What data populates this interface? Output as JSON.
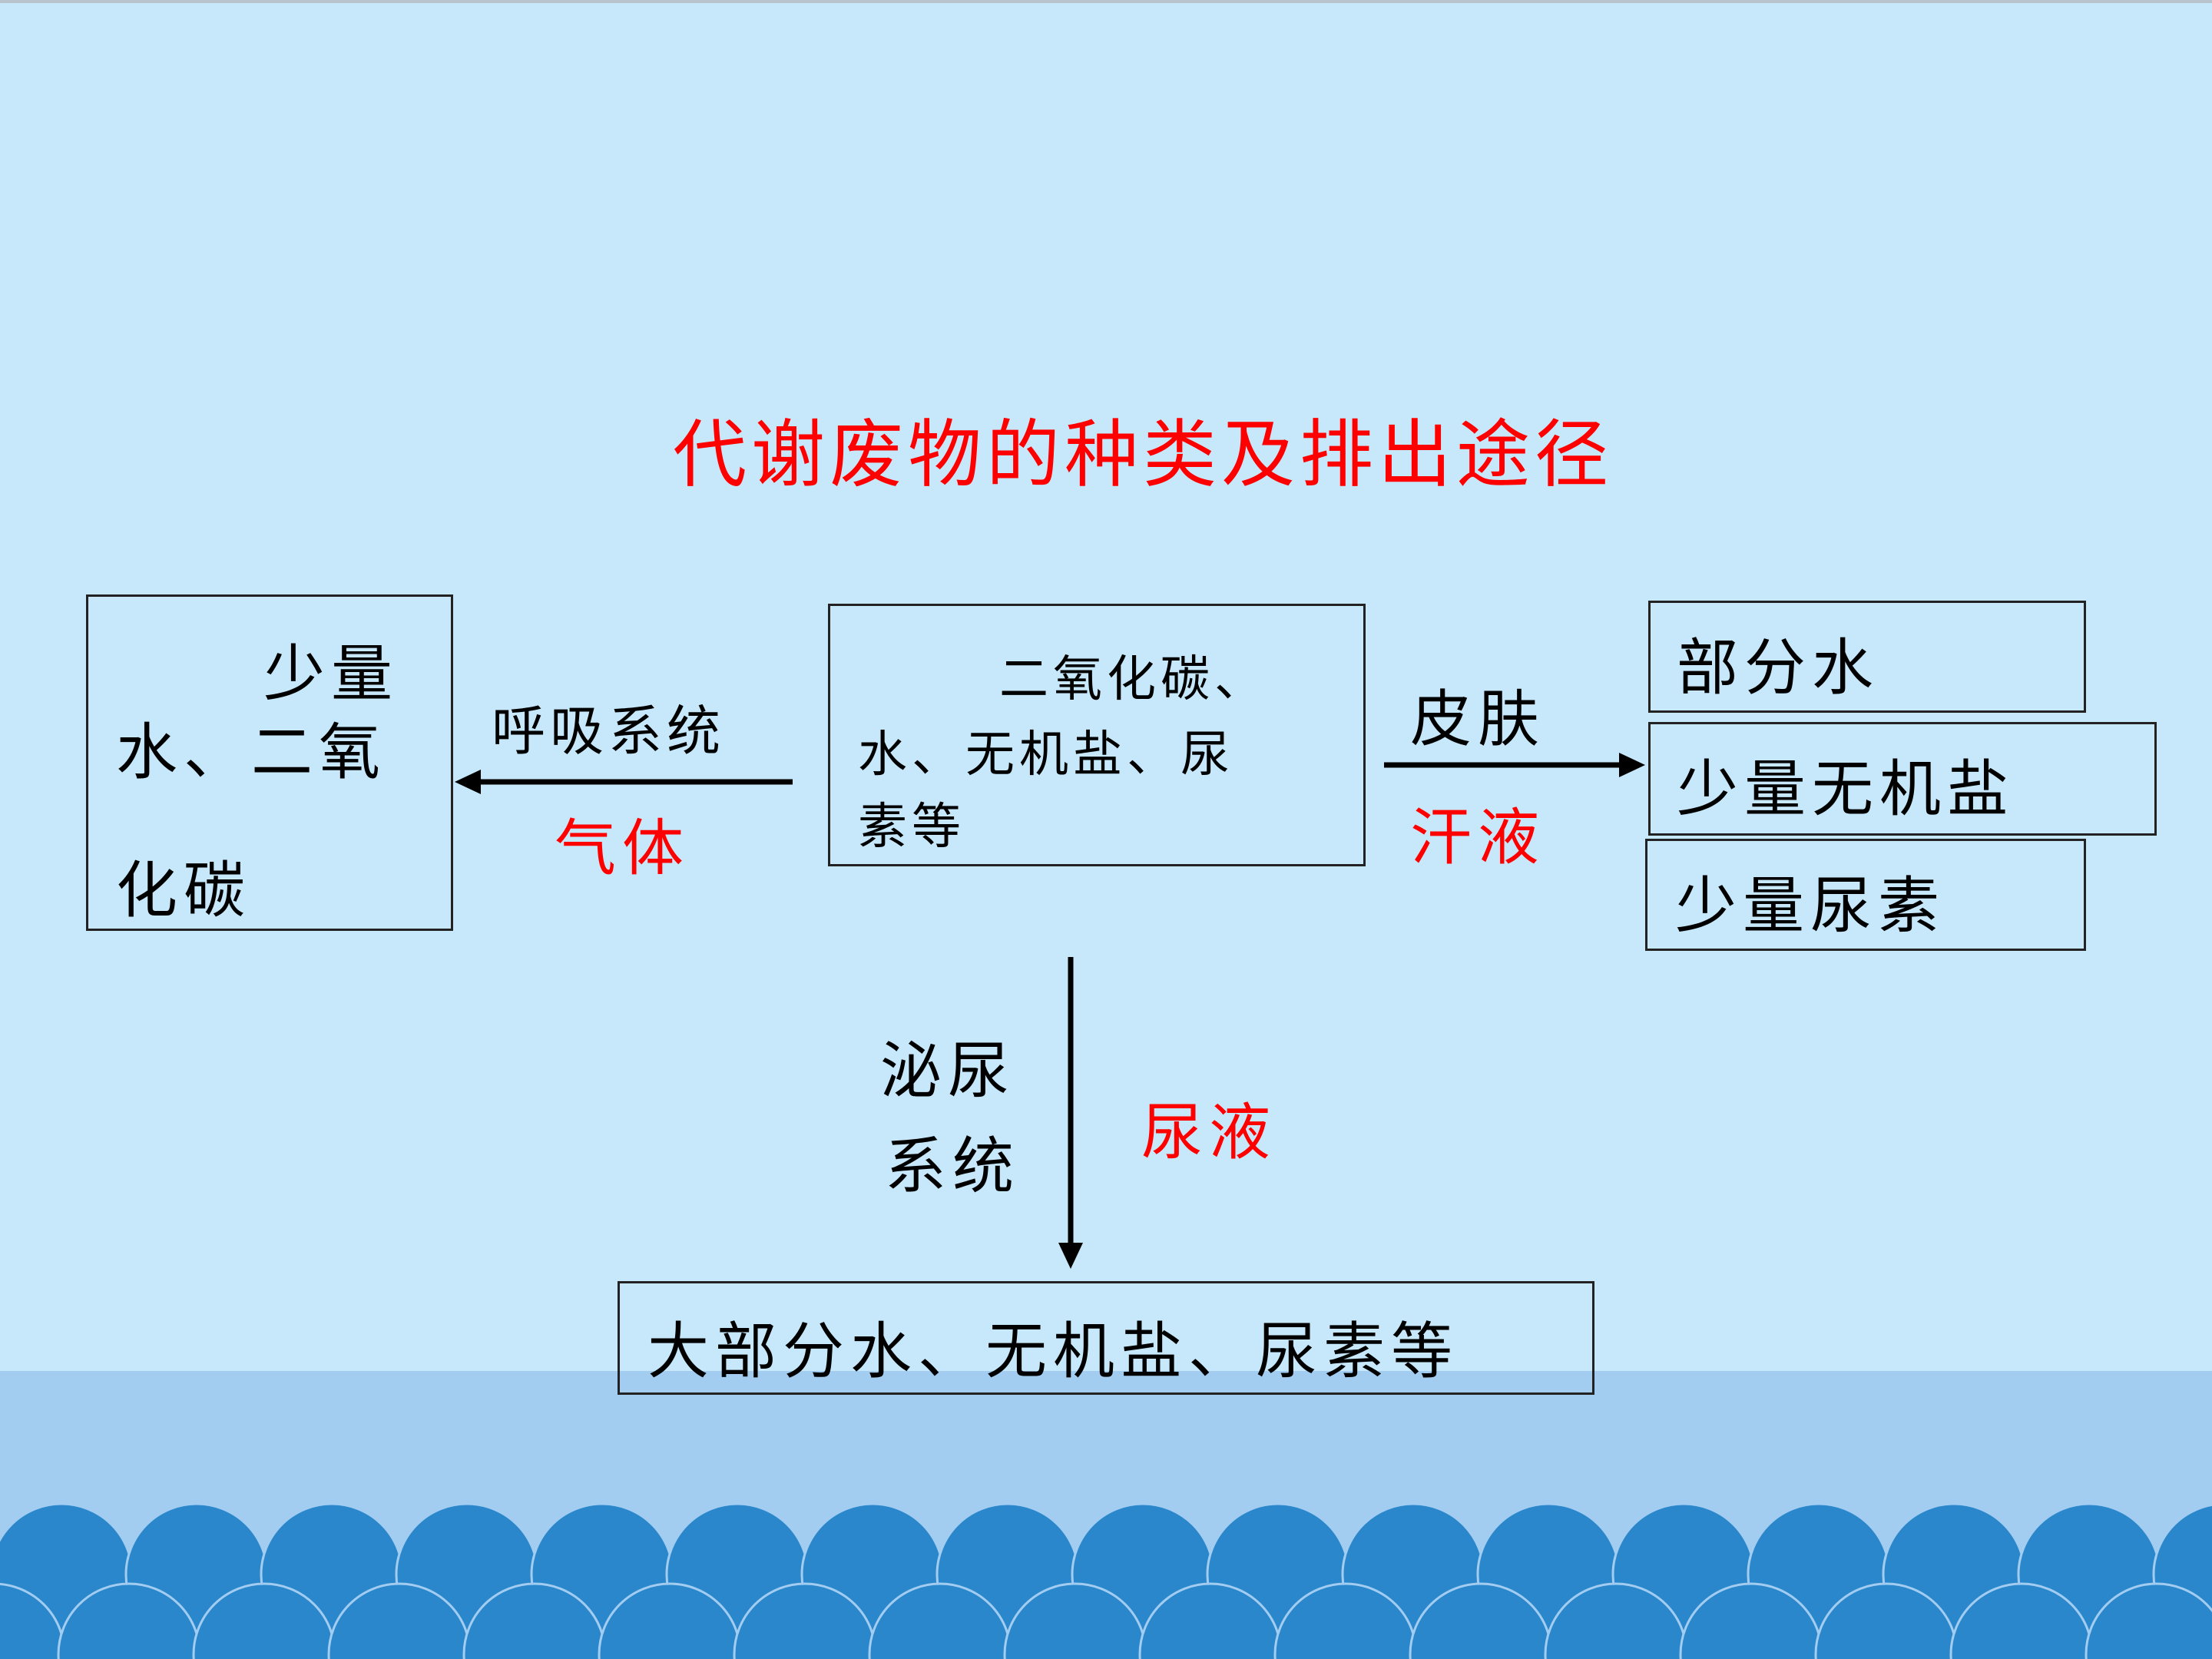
{
  "title": "代谢废物的种类及排出途径",
  "center_box": {
    "line1": "二氧化碳、",
    "line2": "水、无机盐、尿",
    "line3": "素等"
  },
  "left_box": {
    "line1": "少量",
    "line2": "水、二氧",
    "line3": "化碳"
  },
  "left_arrow": {
    "system": "呼吸系统",
    "product": "气体"
  },
  "right_arrow": {
    "system": "皮肤",
    "product": "汗液"
  },
  "right_boxes": [
    "部分水",
    "少量无机盐",
    "少量尿素"
  ],
  "down_arrow": {
    "system_line1": "泌尿",
    "system_line2": "系统",
    "product": "尿液"
  },
  "bottom_box": "大部分水、无机盐、尿素等",
  "colors": {
    "background": "#c6e8fa",
    "band": "#a2cdf0",
    "wave": "#2a87cb",
    "highlight": "#ff0000"
  }
}
